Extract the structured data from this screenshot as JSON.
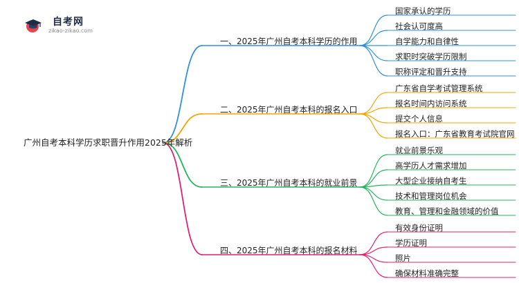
{
  "logo": {
    "title": "自考网",
    "url": "zikao-zikao.com"
  },
  "mindmap": {
    "root": "广州自考本科学历求职晋升作用2025年解析",
    "branches": [
      {
        "label": "一、2025年广州自考本科学历的作用",
        "color": "#2e8fe0",
        "leaves": [
          "国家承认的学历",
          "社会认可度高",
          "自学能力和自律性",
          "求职时突破学历限制",
          "职称评定和晋升支持"
        ]
      },
      {
        "label": "二、2025年广州自考本科的报名入口",
        "color": "#f0a500",
        "leaves": [
          "广东省自学考试管理系统",
          "报名时间内访问系统",
          "提交个人信息",
          "报名入口：广东省教育考试院官网"
        ]
      },
      {
        "label": "三、2025年广州自考本科的就业前景",
        "color": "#22b55a",
        "leaves": [
          "就业前景乐观",
          "高学历人才需求增加",
          "大型企业接纳自考生",
          "技术和管理岗位机会",
          "教育、管理和金融领域的价值"
        ]
      },
      {
        "label": "四、2025年广州自考本科的报名材料",
        "color": "#e0206e",
        "leaves": [
          "有效身份证明",
          "学历证明",
          "照片",
          "确保材料准确完整"
        ]
      }
    ]
  }
}
